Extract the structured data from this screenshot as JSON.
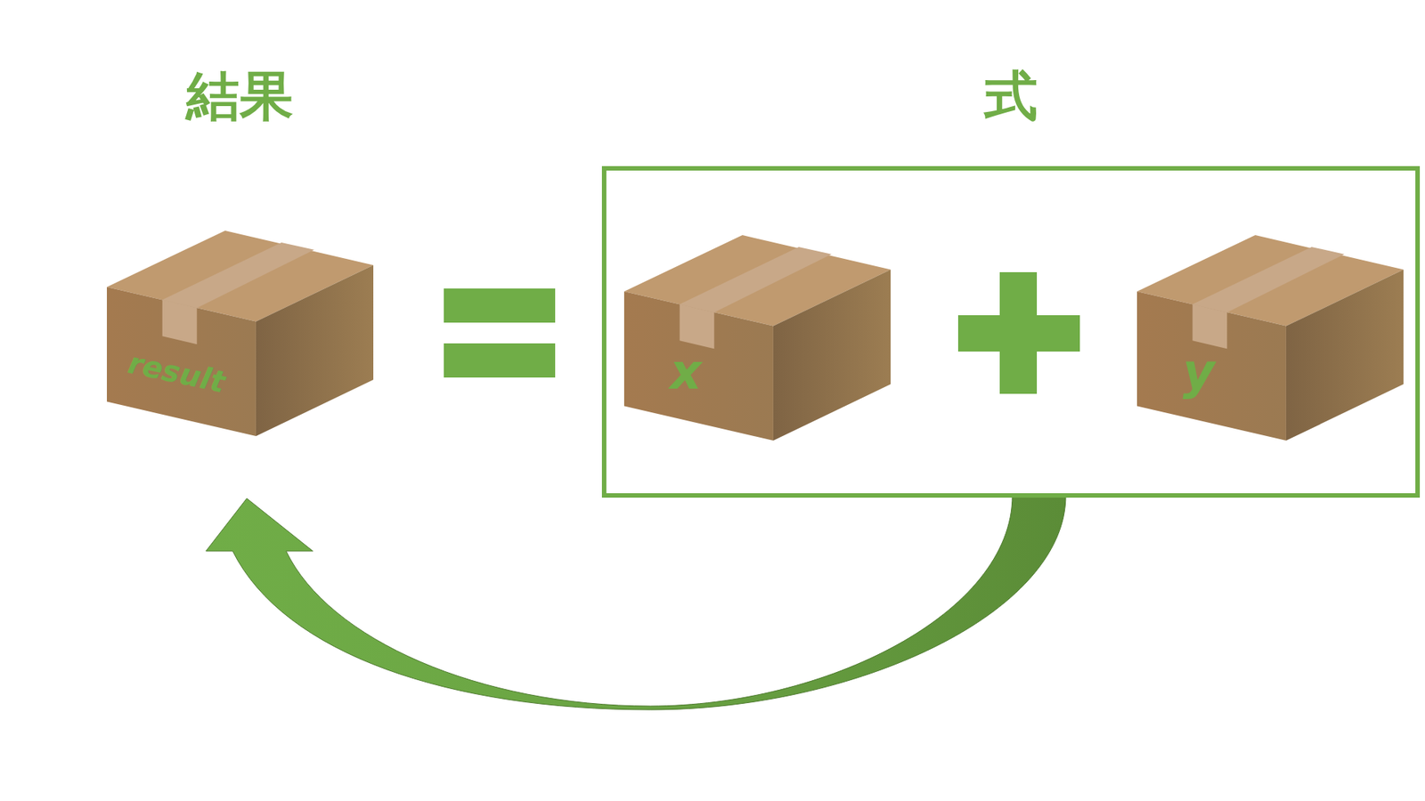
{
  "diagram": {
    "nodes": [
      {
        "text": [
          "結果",
          "result"
        ]
      },
      {
        "text": [
          "式"
        ]
      },
      {
        "text": [
          "x"
        ],
        "in": 1
      },
      {
        "text": [
          "y"
        ],
        "in": 1
      }
    ],
    "edges": [
      {
        "from": 1,
        "to": 0,
        "arrow": "to"
      }
    ]
  }
}
